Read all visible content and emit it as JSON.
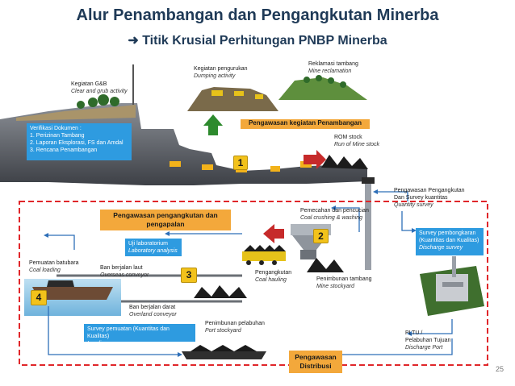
{
  "title": "Alur Penambangan dan Pengangkutan Minerba",
  "subtitle": "Titik Krusial Perhitungan PNBP Minerba",
  "page_number": "25",
  "colors": {
    "title": "#1f3a57",
    "orange_box": "#f3a83b",
    "blue_box": "#2e9be0",
    "badge": "#f2c21b",
    "dashed_red": "#e0262a",
    "arrow_blue": "#2e6fb8",
    "arrow_red": "#c62a2a",
    "arrow_green": "#2d8a2d"
  },
  "icons": {
    "subtitle_arrow": "arrow-right-icon"
  },
  "labels": {
    "kegiatan_gb": {
      "id": "Kegiatan G&B",
      "en": "Clear and grub activity"
    },
    "kegiatan_pengurukan": {
      "id": "Kegiatan pengurukan",
      "en": "Dumping activity"
    },
    "reklamasi": {
      "id": "Reklamasi tambang",
      "en": "Mine reclamation"
    },
    "rom_stock": {
      "id": "ROM stock",
      "en": "Run of Mine stock"
    },
    "pengawasan_pengangkutan_survey": {
      "id1": "Pengawasan Pengangkutan",
      "id2": "Dan Survey kuantitas",
      "en": "Quantity survey"
    },
    "pemecahan": {
      "id": "Pemecahan dan pencucian",
      "en": "Coal crushing & washing"
    },
    "pemuatan": {
      "id": "Pemuatan batubara",
      "en": "Coal loading"
    },
    "ban_berjalan_laut": {
      "id": "Ban berjalan laut",
      "en": "Overseas conveyor"
    },
    "pengangkutan": {
      "id": "Pengangkutan",
      "en": "Coal hauling"
    },
    "penimbunan_tambang": {
      "id": "Penimbunan tambang",
      "en": "Mine stockyard"
    },
    "ban_berjalan_darat": {
      "id": "Ban berjalan darat",
      "en": "Overland conveyor"
    },
    "penimbunan_pelabuhan": {
      "id": "Penimbunan pelabuhan",
      "en": "Port stockyard"
    },
    "pltu": {
      "id1": "PLTU /",
      "id2": "Pelabuhan Tujuan",
      "en": "Discharge Port"
    }
  },
  "verifikasi": {
    "heading": "Verifikasi Dokumen :",
    "items": [
      "1.    Perizinan Tambang",
      "2.    Laporan Eksplorasi, FS dan Amdal",
      "3.    Rencana Penambangan"
    ]
  },
  "boxes": {
    "pengawasan_kegiatan": "Pengawasan kegiatan Penambangan",
    "pengawasan_pengangkutan": {
      "line1": "Pengawasan pengangkutan dan",
      "line2": "pengapalan"
    },
    "uji_lab": {
      "id": "Uji laboratorium",
      "en": "Laboratory analysis"
    },
    "survey_pembongkaran": {
      "id1": "Survey pembongkaran",
      "id2": "(Kuantitas dan Kualitas)",
      "en": "Discharge survey"
    },
    "survey_pemuatan": {
      "id": "Survey pemuatan (Kuantitas dan Kualitas)",
      "en": "Loading survey"
    },
    "pengawasan_distribusi": {
      "line1": "Pengawasan",
      "line2": "Distribusi"
    }
  },
  "badges": [
    "1",
    "2",
    "3",
    "4"
  ]
}
